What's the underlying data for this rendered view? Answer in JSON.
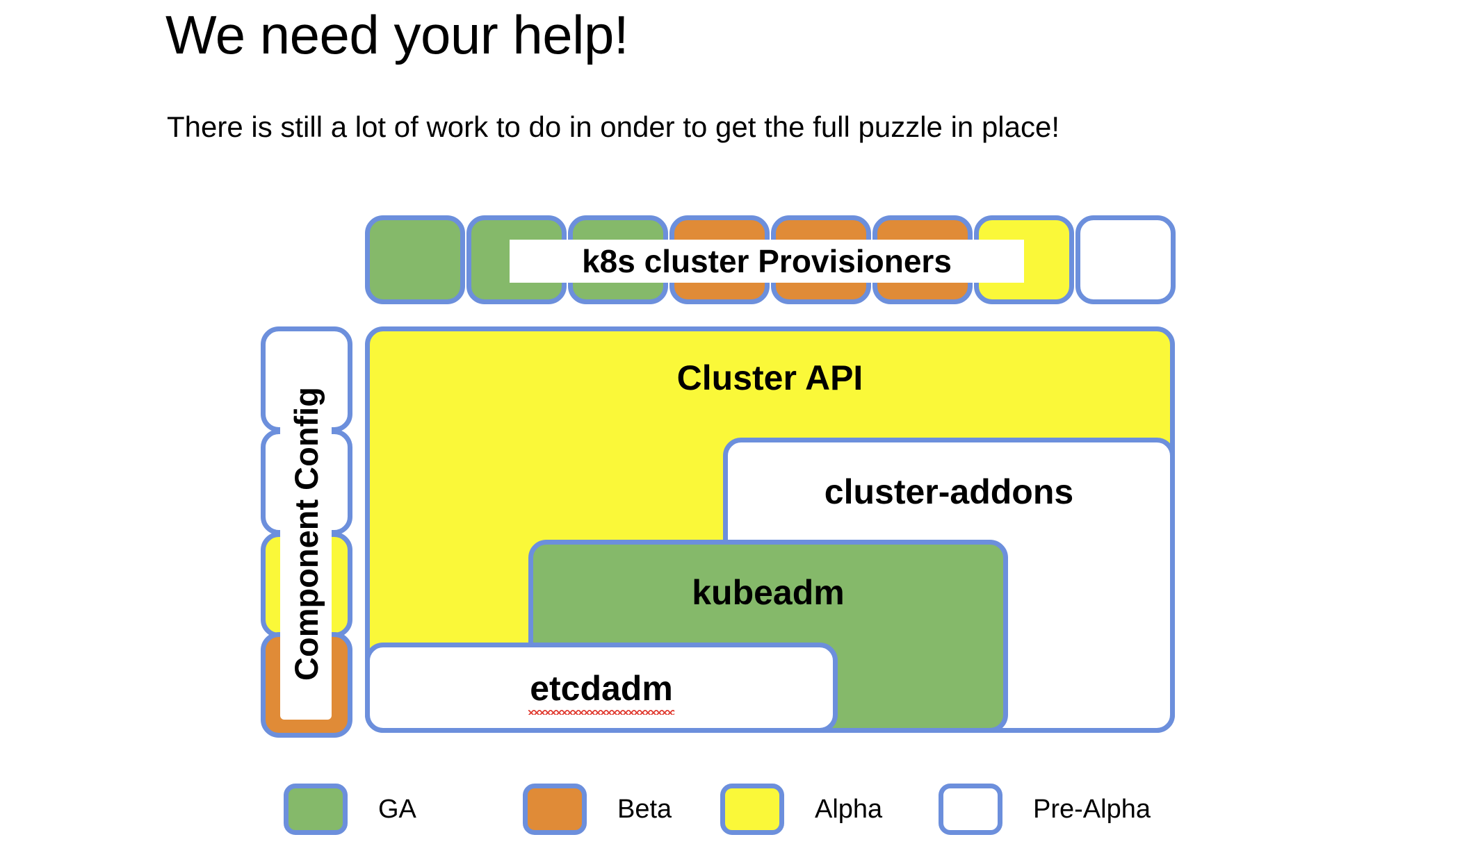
{
  "header": {
    "title": "We need your help!",
    "subtitle": "There is still a lot of work to do in onder to get the full puzzle in place!"
  },
  "provisioners": {
    "label": "k8s cluster Provisioners",
    "boxes": [
      {
        "maturity": "GA"
      },
      {
        "maturity": "GA"
      },
      {
        "maturity": "GA"
      },
      {
        "maturity": "Beta"
      },
      {
        "maturity": "Beta"
      },
      {
        "maturity": "Beta"
      },
      {
        "maturity": "Alpha"
      },
      {
        "maturity": "Pre-Alpha"
      }
    ]
  },
  "component_config": {
    "label": "Component Config",
    "boxes": [
      {
        "maturity": "Pre-Alpha"
      },
      {
        "maturity": "Pre-Alpha"
      },
      {
        "maturity": "Alpha"
      },
      {
        "maturity": "Beta"
      }
    ]
  },
  "stack": {
    "cluster_api": {
      "label": "Cluster API",
      "maturity": "Alpha"
    },
    "cluster_addons": {
      "label": "cluster-addons",
      "maturity": "Pre-Alpha"
    },
    "kubeadm": {
      "label": "kubeadm",
      "maturity": "GA"
    },
    "etcdadm": {
      "label": "etcdadm",
      "maturity": "Pre-Alpha",
      "spellcheck_flagged": true
    }
  },
  "legend": {
    "items": [
      {
        "label": "GA",
        "color": "#85b96a"
      },
      {
        "label": "Beta",
        "color": "#e08b37"
      },
      {
        "label": "Alpha",
        "color": "#faf839"
      },
      {
        "label": "Pre-Alpha",
        "color": "#ffffff"
      }
    ]
  },
  "colors": {
    "border": "#6c8fdc",
    "ga": "#85b96a",
    "beta": "#e08b37",
    "alpha": "#faf839",
    "prealpha": "#ffffff",
    "spellcheck": "#e03b30"
  }
}
